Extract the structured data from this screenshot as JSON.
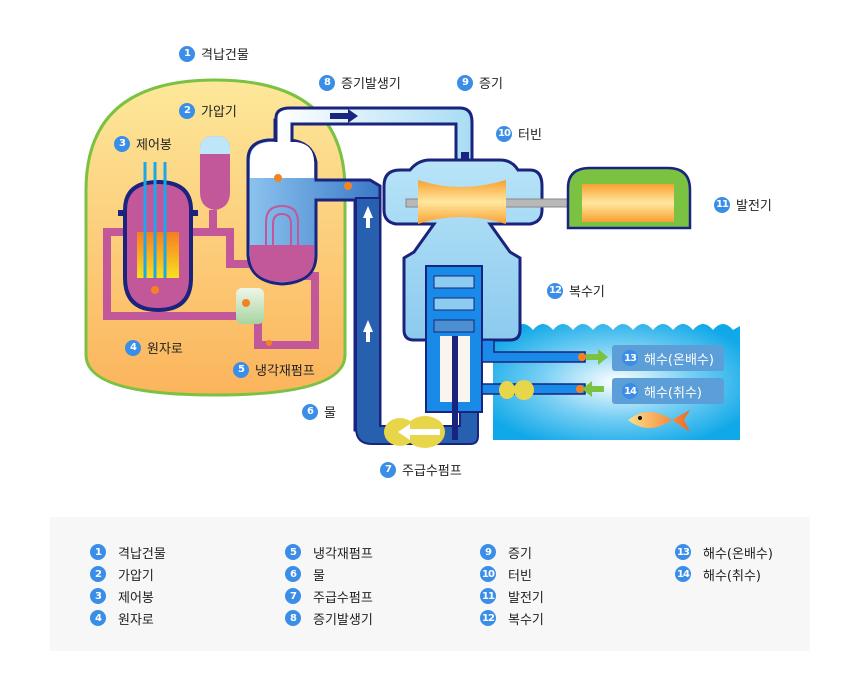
{
  "title": "원자력 발전 원리",
  "colors": {
    "badge": "#3a8ee8",
    "containment_fill": "#fcc874",
    "containment_border": "#7bc242",
    "primary_loop": "#c2589a",
    "secondary_loop": "#2860b0",
    "steam": "#a8dcf4",
    "outline": "#1a237e",
    "sea": "#1ab2ec",
    "generator": "#7bc242",
    "pump": "#e8d64a",
    "hot_dot": "#f58220"
  },
  "components": [
    {
      "num": "1",
      "label": "격납건물"
    },
    {
      "num": "2",
      "label": "가압기"
    },
    {
      "num": "3",
      "label": "제어봉"
    },
    {
      "num": "4",
      "label": "원자로"
    },
    {
      "num": "5",
      "label": "냉각재펌프"
    },
    {
      "num": "6",
      "label": "물"
    },
    {
      "num": "7",
      "label": "주급수펌프"
    },
    {
      "num": "8",
      "label": "증기발생기"
    },
    {
      "num": "9",
      "label": "증기"
    },
    {
      "num": "10",
      "label": "터빈"
    },
    {
      "num": "11",
      "label": "발전기"
    },
    {
      "num": "12",
      "label": "복수기"
    },
    {
      "num": "13",
      "label": "해수(온배수)"
    },
    {
      "num": "14",
      "label": "해수(취수)"
    }
  ]
}
